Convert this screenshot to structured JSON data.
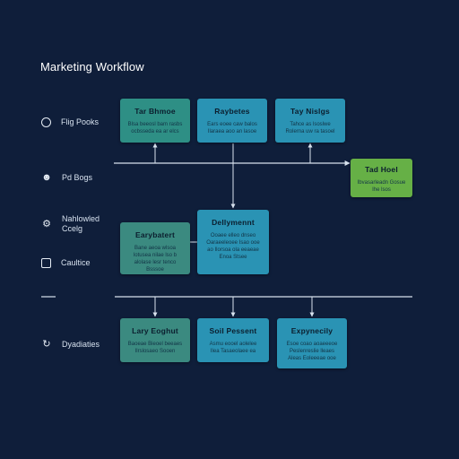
{
  "title": "Marketing Workflow",
  "lanes": [
    {
      "icon": "target-icon",
      "label": "Flig Pooks"
    },
    {
      "icon": "person-icon",
      "label": "Pd Bogs"
    },
    {
      "icon": "gear-icon",
      "label": "Nahlowled Ccelg"
    },
    {
      "icon": "instagram-icon",
      "label": "Caultice"
    },
    {
      "icon": "refresh-icon",
      "label": "Dyadiaties"
    }
  ],
  "nodes": [
    {
      "id": "n1",
      "title": "Tar Bhmoe",
      "body": "Blsa beeosl bam rasbs ocbsseda ea ar elcs",
      "color": "#2e8f85"
    },
    {
      "id": "n2",
      "title": "Raybetes",
      "body": "Ears eoee caw balos Ilaraea aoo an lasoe",
      "color": "#2a93b4"
    },
    {
      "id": "n3",
      "title": "Tay Nislgs",
      "body": "Tahce as lsoslwe Rolerna uw ra tasoel",
      "color": "#2a93b4"
    },
    {
      "id": "n4",
      "title": "Tad Hoel",
      "body": "Ibvasarleadn Gosue Ihe lsos",
      "color": "#66b046"
    },
    {
      "id": "n5",
      "title": "Earybatert",
      "body": "Bane aeoa wlsoa lotusea nilae lso b alolase lesr tenco Bsssoe",
      "color": "#3b8a80"
    },
    {
      "id": "n6",
      "title": "Dellymennt",
      "body": "Ooaee elleo dnseo Oaraeeleoee Isao ooe ao Ilorsoa ola eeaeae Enoa Stsee",
      "color": "#2a93b4"
    },
    {
      "id": "n7",
      "title": "Lary Eoghut",
      "body": "Baoeae Bieoel beeaes Ilrslosaeo Sooen",
      "color": "#3b8a80"
    },
    {
      "id": "n8",
      "title": "Soil Pessent",
      "body": "Asmu eooel aolelee Ilea Tasaeolaee ea",
      "color": "#2a93b4"
    },
    {
      "id": "n9",
      "title": "Expynecily",
      "body": "Esoe coao aoaeeeoe Peslenreslie lleaes Aleas Eoleeeae ooe",
      "color": "#2a93b4"
    }
  ]
}
